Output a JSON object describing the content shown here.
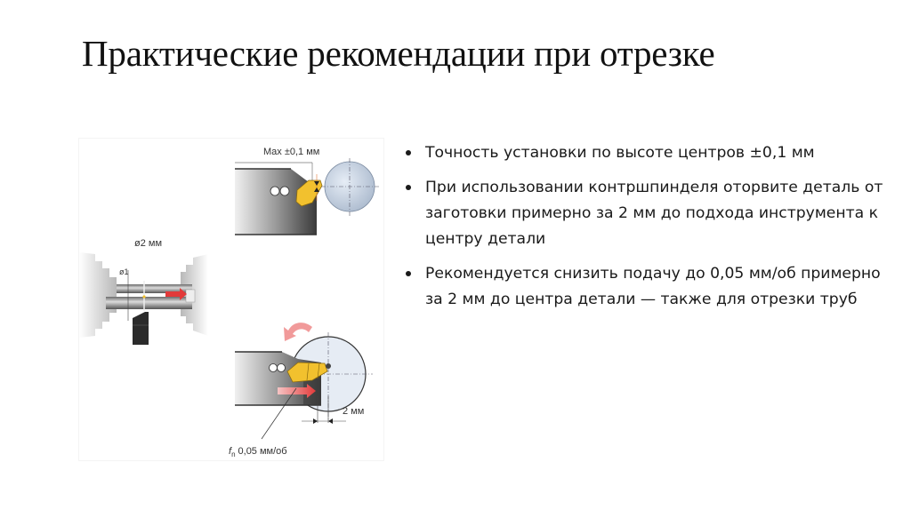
{
  "slide": {
    "title": "Практические рекомендации при отрезке",
    "bullets": [
      {
        "text": "Точность установки по высоте центров ±0,1 мм"
      },
      {
        "text": "При использовании контршпинделя оторвите деталь от заготовки примерно за 2 мм до подхода инструмента к центру детали"
      },
      {
        "text": "Рекомендуется снизить подачу до 0,05 мм/об примерно за 2 мм до центра детали — также для отрезки труб"
      }
    ]
  },
  "figure": {
    "labels": {
      "center_height_tolerance": "Max ±0,1 мм",
      "diameter": "ø2 мм",
      "diameter_small": "ø1",
      "distance": "2 мм",
      "feed_symbol": "f",
      "feed_subscript": "n",
      "feed_value": "0,05 мм/об"
    },
    "colors": {
      "insert": "#f2c12e",
      "arrow": "#e23a3a",
      "workpiece": "#cdd8e6",
      "holder": "#4a4a4a"
    }
  }
}
